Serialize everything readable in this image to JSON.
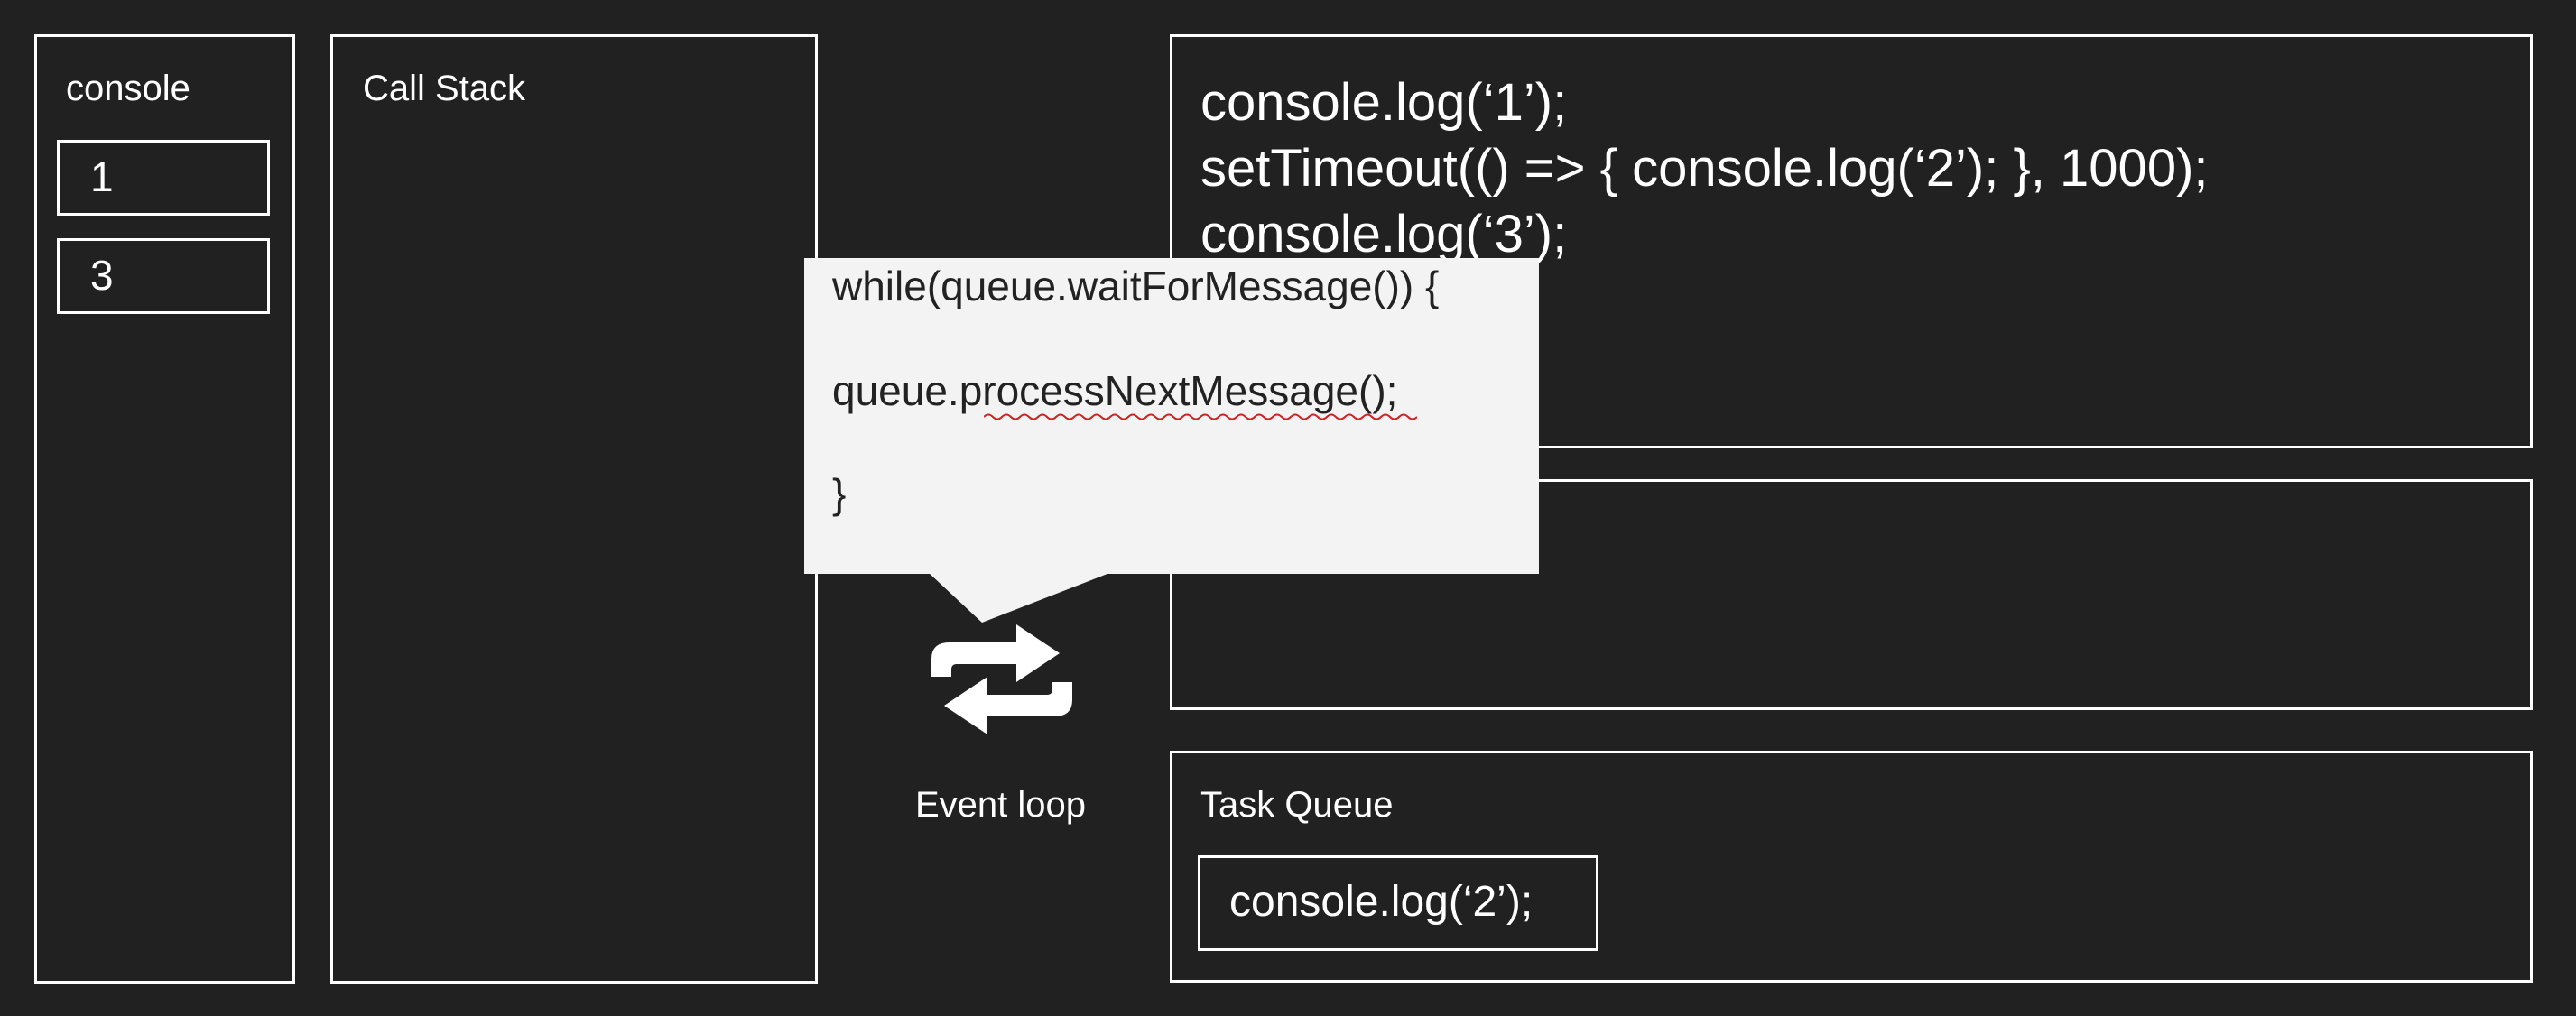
{
  "console": {
    "title": "console",
    "items": [
      "1",
      "3"
    ]
  },
  "call_stack": {
    "title": "Call Stack"
  },
  "code": {
    "lines": [
      "console.log(‘1’);",
      "setTimeout(() => { console.log(‘2’); }, 1000);",
      "console.log(‘3’);"
    ]
  },
  "event_loop": {
    "label": "Event loop",
    "icon": "loop-arrows-icon",
    "code_lines": [
      "while(queue.waitForMessage()) {",
      " queue.processNextMessage();",
      "}"
    ]
  },
  "task_queue": {
    "title": "Task Queue",
    "items": [
      "console.log(‘2’);"
    ]
  },
  "colors": {
    "background": "#212121",
    "stroke": "#ffffff",
    "popup_bg": "#f3f3f3",
    "popup_text": "#222222",
    "spellcheck": "#cc2222"
  }
}
